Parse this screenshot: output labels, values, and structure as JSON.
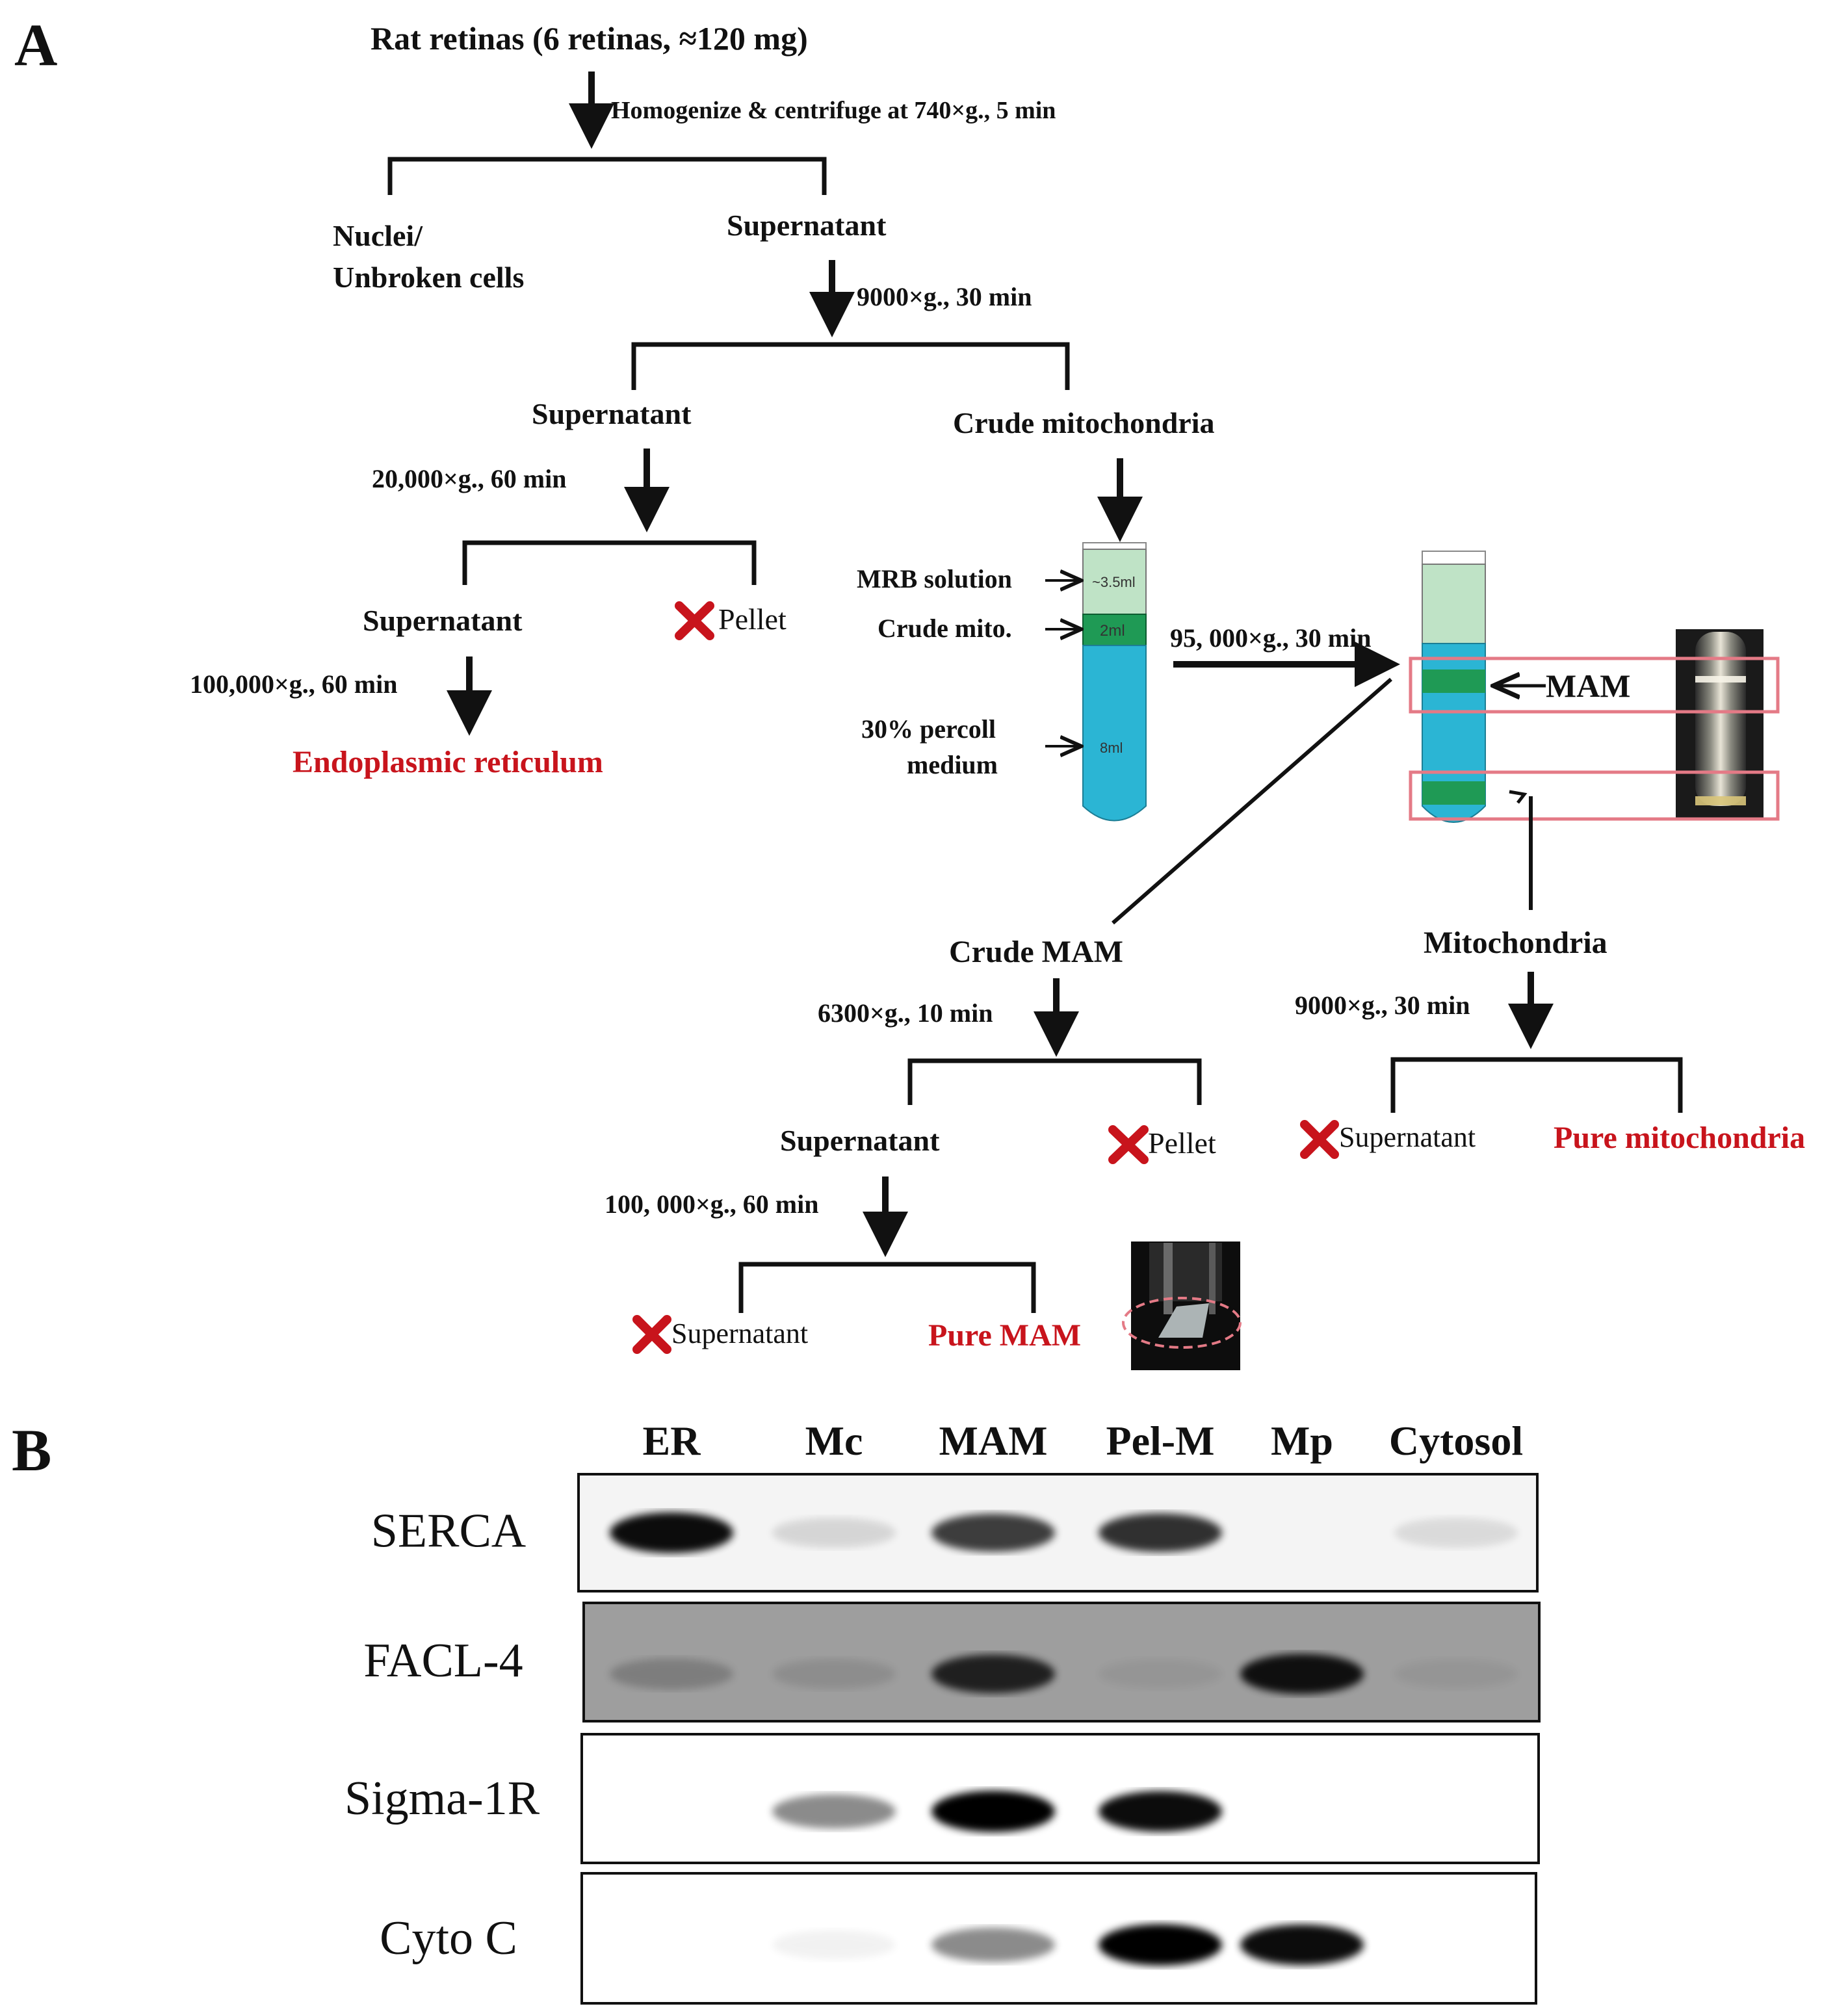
{
  "panel_a": {
    "label": "A",
    "start": "Rat retinas (6 retinas, ≈120 mg)",
    "step1": "Homogenize  & centrifuge  at 740×g., 5 min",
    "nuclei_line1": "Nuclei/",
    "nuclei_line2": "Unbroken cells",
    "supernatant": "Supernatant",
    "step2": "9000×g., 30 min",
    "crude_mito": "Crude mitochondria",
    "step3": "20,000×g., 60 min",
    "pellet": "Pellet",
    "step4": "100,000×g., 60 min",
    "er_result": "Endoplasmic reticulum",
    "tube": {
      "mrb_label": "MRB solution",
      "crude_label": "Crude  mito.",
      "percoll_line1": "30% percoll",
      "percoll_line2": "medium",
      "vol_mrb": "~3.5ml",
      "vol_crude": "2ml",
      "vol_percoll": "8ml"
    },
    "step5": "95, 000×g., 30 min",
    "mam_label": "MAM",
    "crude_mam": "Crude MAM",
    "mitochondria": "Mitochondria",
    "step6": "6300×g., 10 min",
    "step7": "9000×g., 30 min",
    "step8": "100, 000×g., 60 min",
    "pure_mito": "Pure mitochondria",
    "pure_mam": "Pure MAM",
    "colors": {
      "red_text": "#c8141c",
      "percoll": "#2bb5d4",
      "band": "#1f9a55",
      "mrb": "#bfe3c6",
      "highlight_box": "#e47a86"
    }
  },
  "panel_b": {
    "label": "B",
    "lanes": [
      "ER",
      "Mc",
      "MAM",
      "Pel-M",
      "Mp",
      "Cytosol"
    ],
    "blots": [
      {
        "name": "SERCA",
        "bands": [
          0.95,
          0.12,
          0.75,
          0.8,
          0.0,
          0.1
        ]
      },
      {
        "name": "FACL-4",
        "bands": [
          0.2,
          0.1,
          0.8,
          0.05,
          0.9,
          0.05
        ]
      },
      {
        "name": "Sigma-1R",
        "bands": [
          0.0,
          0.45,
          1.0,
          0.95,
          0.0,
          0.0
        ]
      },
      {
        "name": "Cyto C",
        "bands": [
          0.0,
          0.05,
          0.45,
          1.0,
          0.95,
          0.0
        ]
      }
    ]
  }
}
